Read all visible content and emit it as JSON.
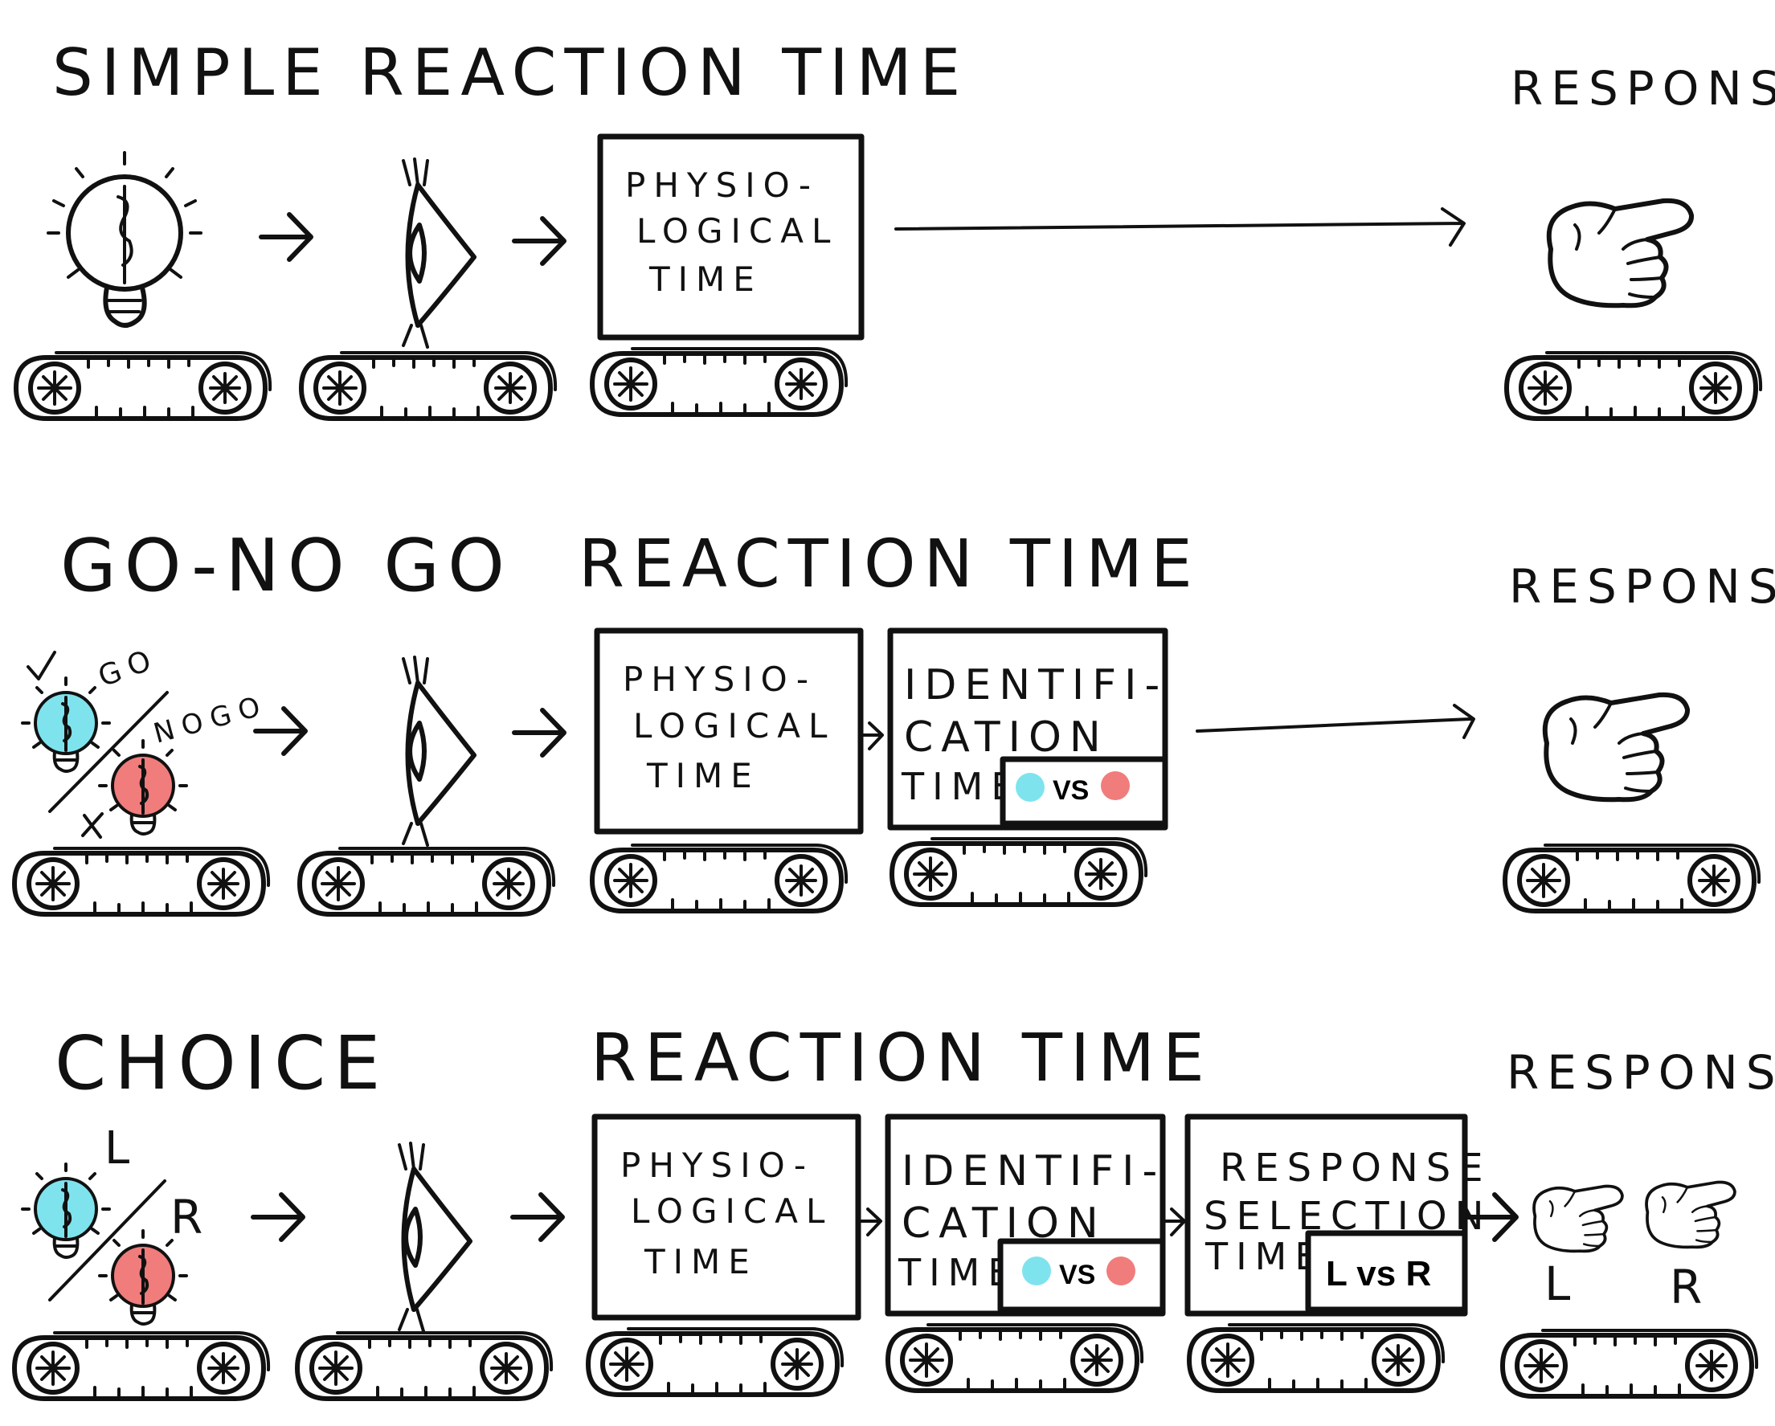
{
  "colors": {
    "ink": "#111111",
    "go_blue": "#7fe3ee",
    "nogo_red": "#f07c7c",
    "paper": "#ffffff"
  },
  "rows": [
    {
      "id": "simple",
      "title": "SIMPLE REACTION TIME",
      "response_label": "RESPONSE",
      "stages": [
        {
          "lines": [
            "PHYSIO-",
            "LOGICAL",
            "TIME"
          ],
          "tag": null
        }
      ]
    },
    {
      "id": "gonogo",
      "title_left": "GO-NO GO",
      "title_right": "REACTION TIME",
      "response_label": "RESPONSE",
      "stimulus_labels": {
        "go": "GO",
        "nogo": "NOGO"
      },
      "stages": [
        {
          "lines": [
            "PHYSIO-",
            "LOGICAL",
            "TIME"
          ],
          "tag": null
        },
        {
          "lines": [
            "IDENTIFI-",
            "CATION",
            "TIME"
          ],
          "tag": "VS"
        }
      ]
    },
    {
      "id": "choice",
      "title_left": "CHOICE",
      "title_right": "REACTION TIME",
      "response_label": "RESPONSE",
      "stimulus_labels": {
        "left": "L",
        "right": "R"
      },
      "response_sides": {
        "left": "L",
        "right": "R"
      },
      "stages": [
        {
          "lines": [
            "PHYSIO-",
            "LOGICAL",
            "TIME"
          ],
          "tag": null
        },
        {
          "lines": [
            "IDENTIFI-",
            "CATION",
            "TIME"
          ],
          "tag": "VS"
        },
        {
          "lines": [
            "RESPONSE",
            "SELECTION",
            "TIME"
          ],
          "tag": "L vs R"
        }
      ]
    }
  ],
  "icons": [
    "lightbulb-icon",
    "eye-icon",
    "pointing-hand-icon",
    "conveyor-belt-icon",
    "arrow-icon",
    "checkmark-icon",
    "cross-icon"
  ]
}
